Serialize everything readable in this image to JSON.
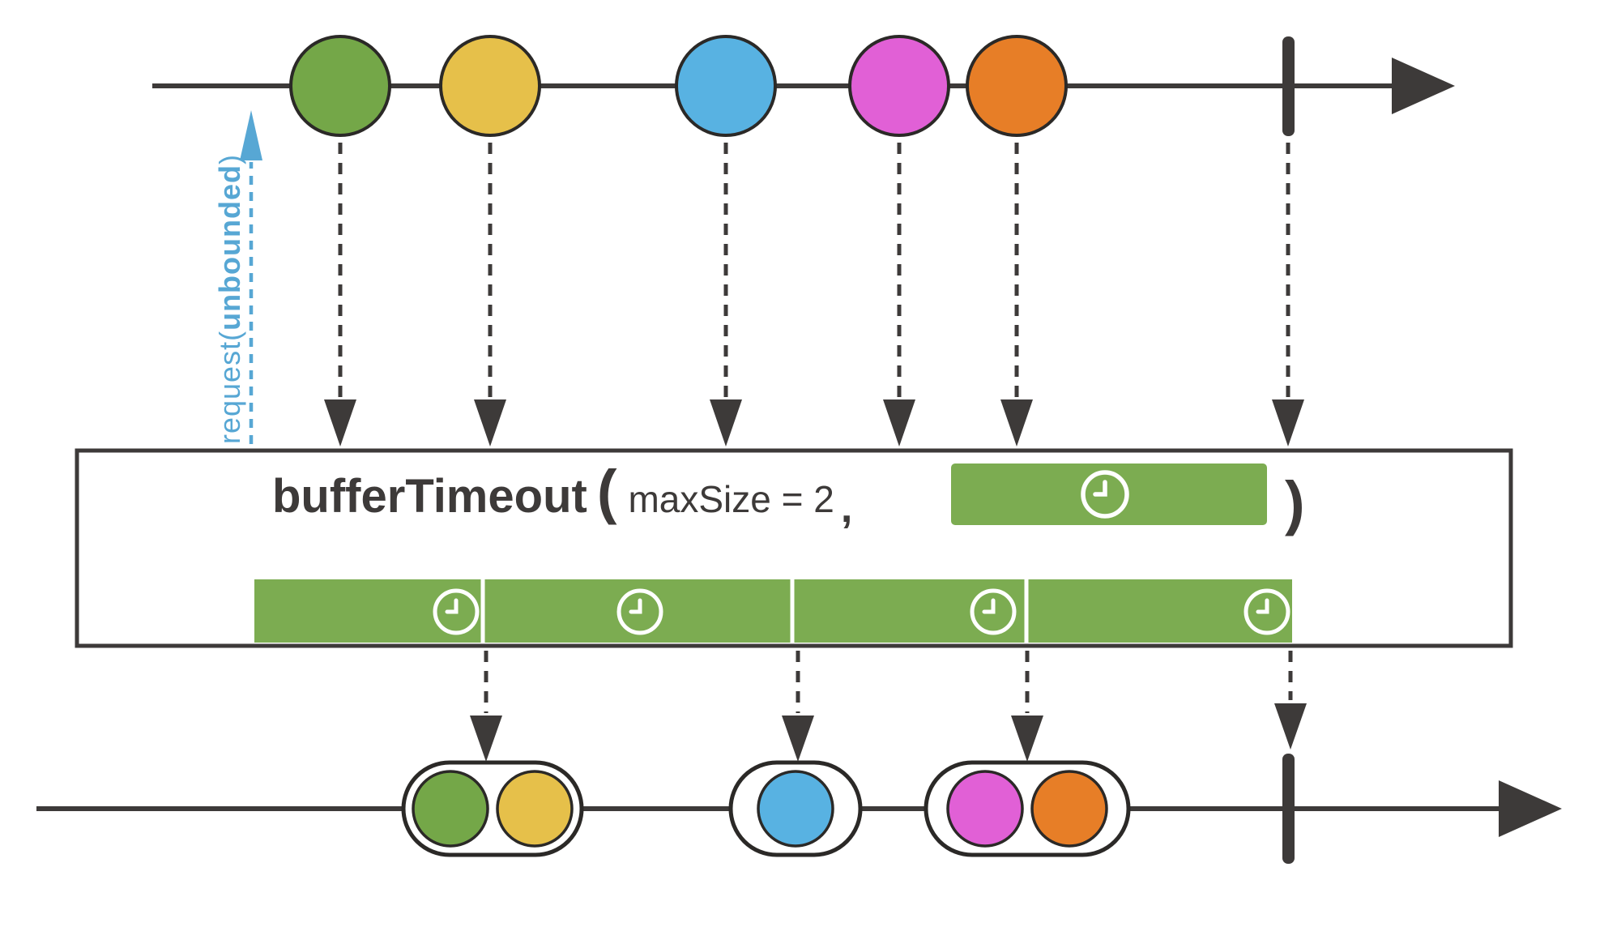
{
  "diagram": {
    "operator_box": {
      "operator": "bufferTimeout",
      "open_paren": "(",
      "param": "maxSize = 2",
      "comma": ",",
      "close_paren": ")"
    },
    "request_arrow": {
      "prefix": "request(",
      "emph": "unbounded",
      "suffix": ")"
    },
    "input_marbles": [
      "green",
      "yellow",
      "blue",
      "magenta",
      "orange"
    ],
    "output_buffers": [
      [
        "green",
        "yellow"
      ],
      [
        "blue"
      ],
      [
        "magenta",
        "orange"
      ]
    ],
    "timer_segments": 4,
    "icon": "clock-icon"
  },
  "colors": {
    "ink": "#3d3a39",
    "outline": "#2b2927",
    "green": "#74a748",
    "yellow": "#e6c04a",
    "blue": "#58b2e2",
    "magenta": "#e160d6",
    "orange": "#e77e27",
    "timer_green": "#7cac51",
    "request_blue": "#57a7d4",
    "white": "#ffffff"
  }
}
